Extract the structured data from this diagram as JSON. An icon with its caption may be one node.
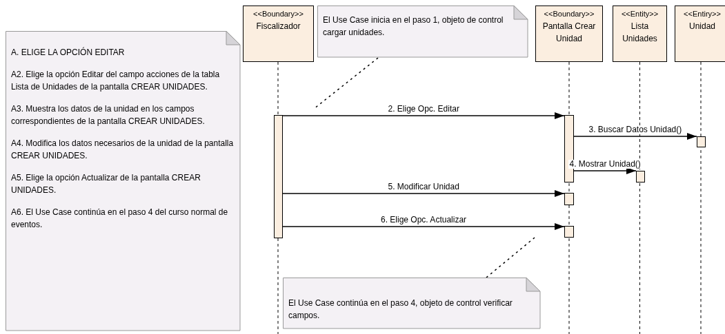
{
  "diagram": {
    "nodes": [
      {
        "text": [
          "A. ELIGE LA OPCIÓN EDITAR",
          "A2. Elige la opción Editar del campo acciones de la tabla  Lista de Unidades de la pantalla CREAR UNIDADES.",
          "A3.  Muestra los datos de la unidad en los campos correspondientes de la pantalla CREAR UNIDADES.",
          "A4.  Modifica los datos necesarios de la unidad de la pantalla CREAR UNIDADES.",
          "A5. Elige la opción Actualizar de la pantalla CREAR UNIDADES.",
          "A6.  El Use Case continúa en el paso 4 del curso normal de eventos."
        ]
      },
      {
        "text": [
          "<<Boundary>>",
          "Fiscalizador"
        ]
      },
      {
        "text": [
          "El Use Case inicia en el paso 1, objeto de control cargar unidades."
        ]
      },
      {
        "text": [
          "<<Boundary>>",
          "Pantalla Crear Unidad"
        ]
      },
      {
        "text": [
          "<<Entity>>",
          "Lista Unidades"
        ]
      },
      {
        "text": [
          "<<Entiry>>",
          "Unidad"
        ]
      },
      {
        "text": [
          "El Use Case continúa en el paso 4, objeto de control verificar campos."
        ]
      },
      {
        "text": [],
        "shape": "bar"
      },
      {
        "text": [],
        "shape": "bar"
      },
      {
        "text": [],
        "shape": "bar"
      },
      {
        "text": [],
        "shape": "bar"
      },
      {
        "text": [],
        "shape": "bar"
      },
      {
        "text": [],
        "shape": "bar"
      }
    ],
    "edges": [
      {
        "from": 2,
        "to": null,
        "arrow": "none",
        "style": "dashed"
      },
      {
        "from": 7,
        "to": 8,
        "arrow": "to",
        "label": "2. Elige Opc. Editar"
      },
      {
        "from": 8,
        "to": 12,
        "arrow": "to",
        "label": "3. Buscar Datos Unidad()"
      },
      {
        "from": 8,
        "to": 11,
        "arrow": "to",
        "label": "4. Mostrar Unidad()"
      },
      {
        "from": 7,
        "to": 9,
        "arrow": "to",
        "label": "5. Modificar Unidad"
      },
      {
        "from": 7,
        "to": 10,
        "arrow": "to",
        "label": "6. Elige Opc. Actualizar"
      },
      {
        "from": 6,
        "to": null,
        "arrow": "none",
        "style": "dashed"
      }
    ]
  }
}
